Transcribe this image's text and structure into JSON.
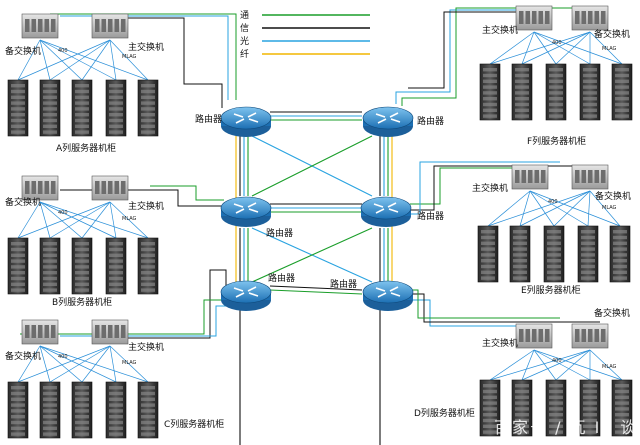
{
  "legend": {
    "items": [
      {
        "label": "通",
        "color": "#1a9e2a"
      },
      {
        "label": "信",
        "color": "#111111"
      },
      {
        "label": "光",
        "color": "#29a3e0"
      },
      {
        "label": "纤",
        "color": "#f2b600"
      }
    ]
  },
  "routers": {
    "r1": "路由器",
    "r2": "路由器",
    "r3": "路由器",
    "r4": "路由器",
    "r5": "路由器",
    "r6": "路由器"
  },
  "clusters": {
    "A": {
      "backup": "备交换机",
      "main": "主交换机",
      "caption": "A列服务器机柜",
      "links": [
        "400",
        "MLAG"
      ]
    },
    "B": {
      "backup": "备交换机",
      "main": "主交换机",
      "caption": "B列服务器机柜",
      "links": [
        "400",
        "MLAG"
      ]
    },
    "C": {
      "backup": "备交换机",
      "main": "主交换机",
      "caption": "C列服务器机柜",
      "links": [
        "400",
        "MLAG"
      ]
    },
    "D": {
      "backup": "备交换机",
      "main": "主交换机",
      "caption": "D列服务器机柜",
      "links": [
        "400",
        "MLAG"
      ]
    },
    "E": {
      "backup": "备交换机",
      "main": "主交换机",
      "caption": "E列服务器机柜",
      "links": [
        "400",
        "MLAG"
      ]
    },
    "F": {
      "backup": "备交换机",
      "main": "主交换机",
      "caption": "F列服务器机柜",
      "links": [
        "400",
        "MLAG"
      ]
    }
  },
  "watermark": "百家号 / 瓦 IT 谈"
}
